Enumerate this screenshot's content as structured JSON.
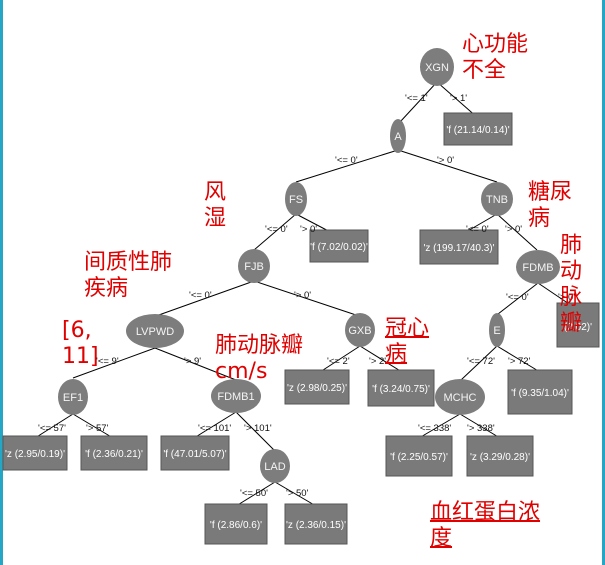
{
  "colors": {
    "node_fill": "#7d7d7d",
    "leaf_fill": "#7a7a7a",
    "edge": "#000000",
    "annotation": "#e00000",
    "frame": "#25a6c4"
  },
  "nodes": {
    "xgn": "XGN",
    "a": "A",
    "fs": "FS",
    "tnb": "TNB",
    "fjb": "FJB",
    "fdmb": "FDMB",
    "lvpwd": "LVPWD",
    "gxb": "GXB",
    "e": "E",
    "ef1": "EF1",
    "fdmb1": "FDMB1",
    "mchc": "MCHC",
    "lad": "LAD"
  },
  "leaves": {
    "xgn_right": "'f (21.14/0.14)'",
    "fs_right": "'f (7.02/0.02)'",
    "tnb_left": "'z (199.17/40.3)'",
    "fdmb_right": "(2.02)'",
    "gxb_left": "'z (2.98/0.25)'",
    "gxb_right": "'f (3.24/0.75)'",
    "e_right": "'f (9.35/1.04)'",
    "ef1_left": "'z (2.95/0.19)'",
    "ef1_right": "'f (2.36/0.21)'",
    "fdmb1_left": "'f (47.01/5.07)'",
    "mchc_left": "'f (2.25/0.57)'",
    "mchc_right": "'z (3.29/0.28)'",
    "lad_left": "'f (2.86/0.6)'",
    "lad_right": "'z (2.36/0.15)'"
  },
  "edges": {
    "xgn_left": "'<= 1'",
    "xgn_right": "'> 1'",
    "a_left": "'<= 0'",
    "a_right": "'> 0'",
    "fs_left": "'<= 0'",
    "fs_right": "'> 0'",
    "tnb_left": "'<= 0'",
    "tnb_right": "'> 0'",
    "fjb_left": "'<= 0'",
    "fjb_right": "'> 0'",
    "fdmb_left": "'<= 0'",
    "fdmb_right": "'> 0'",
    "lvpwd_left": "'<= 9'",
    "lvpwd_right": "'> 9'",
    "gxb_left": "'<= 2'",
    "gxb_right": "'> 2'",
    "e_left": "'<= 72'",
    "e_right": "'> 72'",
    "ef1_left": "'<= 57'",
    "ef1_right": "'> 57'",
    "fdmb1_left": "'<= 101'",
    "fdmb1_right": "'> 101'",
    "mchc_left": "'<= 338'",
    "mchc_right": "'> 338'",
    "lad_left": "'<= 50'",
    "lad_right": "'> 50'"
  },
  "annotations": {
    "xgn": "心功能\n不全",
    "fs": "风\n湿",
    "tnb": "糖尿\n病",
    "fdmb": "肺\n动\n脉\n瓣",
    "fjb": "间质性肺\n疾病",
    "lvpwd": "[6,\n11]",
    "fdmb1": "肺动脉瓣\ncm/s",
    "gxb": "冠心\n病",
    "mchc": "血红蛋白浓\n度"
  }
}
